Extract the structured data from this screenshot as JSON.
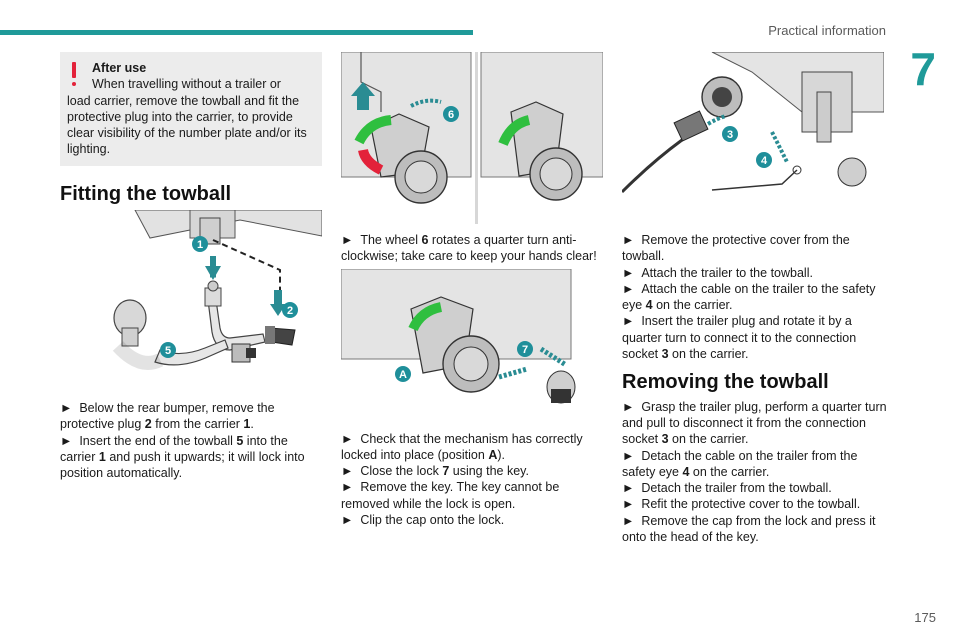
{
  "header": {
    "section": "Practical information",
    "chapter": "7",
    "page": "175"
  },
  "col1": {
    "note": {
      "title": "After use",
      "text_first": "When travelling without a trailer or",
      "text_rest": "load carrier, remove the towball and fit the protective plug into the carrier, to provide clear visibility of the number plate and/or its lighting."
    },
    "heading": "Fitting the towball",
    "figure": {
      "labels": [
        "1",
        "2",
        "5"
      ]
    },
    "bullets": [
      {
        "marker": "►",
        "pre": "Below the rear bumper, remove the protective plug ",
        "b1": "2",
        "mid": " from the carrier ",
        "b2": "1",
        "post": "."
      },
      {
        "marker": "►",
        "pre": "Insert the end of the towball ",
        "b1": "5",
        "mid": " into the carrier ",
        "b2": "1",
        "post": " and push it upwards; it will lock into position automatically."
      }
    ]
  },
  "col2": {
    "figure1": {
      "labels": [
        "6"
      ]
    },
    "bullet1": {
      "marker": "►",
      "pre": "The wheel ",
      "b1": "6",
      "post": " rotates a quarter turn anti-clockwise; take care to keep your hands clear!"
    },
    "figure2": {
      "labels": [
        "7",
        "A"
      ]
    },
    "bullets": [
      {
        "marker": "►",
        "pre": "Check that the mechanism has correctly locked into place (position ",
        "b1": "A",
        "post": ")."
      },
      {
        "marker": "►",
        "pre": "Close the lock ",
        "b1": "7",
        "post": " using the key."
      },
      {
        "marker": "►",
        "pre": "Remove the key. The key cannot be removed while the lock is open.",
        "b1": "",
        "post": ""
      },
      {
        "marker": "►",
        "pre": "Clip the cap onto the lock.",
        "b1": "",
        "post": ""
      }
    ]
  },
  "col3": {
    "figure": {
      "labels": [
        "3",
        "4"
      ]
    },
    "bullets1": [
      {
        "marker": "►",
        "pre": "Remove the protective cover from the towball.",
        "b1": "",
        "post": ""
      },
      {
        "marker": "►",
        "pre": "Attach the trailer to the towball.",
        "b1": "",
        "post": ""
      },
      {
        "marker": "►",
        "pre": "Attach the cable on the trailer to the safety eye ",
        "b1": "4",
        "post": " on the carrier."
      },
      {
        "marker": "►",
        "pre": "Insert the trailer plug and rotate it by a quarter turn to connect it to the connection socket ",
        "b1": "3",
        "post": " on the carrier."
      }
    ],
    "heading": "Removing the towball",
    "bullets2": [
      {
        "marker": "►",
        "pre": "Grasp the trailer plug, perform a quarter turn and pull to disconnect it from the connection socket ",
        "b1": "3",
        "post": " on the carrier."
      },
      {
        "marker": "►",
        "pre": "Detach the cable on the trailer from the safety eye ",
        "b1": "4",
        "post": " on the carrier."
      },
      {
        "marker": "►",
        "pre": "Detach the trailer from the towball.",
        "b1": "",
        "post": ""
      },
      {
        "marker": "►",
        "pre": "Refit the protective cover to the towball.",
        "b1": "",
        "post": ""
      },
      {
        "marker": "►",
        "pre": "Remove the cap from the lock and press it onto the head of the key.",
        "b1": "",
        "post": ""
      }
    ]
  },
  "colors": {
    "accent": "#1f9a99",
    "warning": "#e3223a",
    "note_bg": "#ececec",
    "badge": "#1f8f9a",
    "arrow": "#2a8c93",
    "green": "#2fbf3f",
    "red": "#e3223a"
  }
}
